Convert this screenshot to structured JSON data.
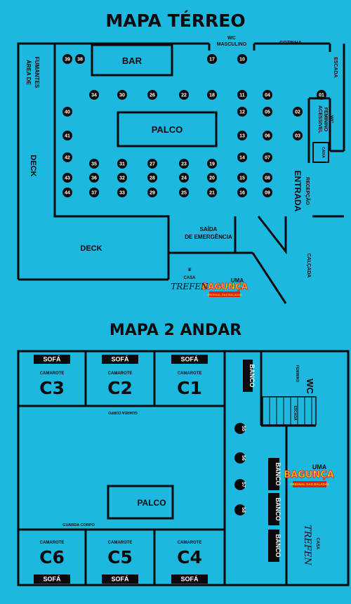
{
  "titles": {
    "ground": "MAPA TÉRREO",
    "second": "MAPA 2 ANDAR"
  },
  "ground": {
    "bar": "BAR",
    "palco": "PALCO",
    "wc_masc": [
      "WC",
      "MASCULINO"
    ],
    "cozinha": "COZINHA",
    "escada": "ESCADA",
    "wc_fem": [
      "WC",
      "FEMININO",
      "ACESSIVEL"
    ],
    "caixa": "CAIXA",
    "recepcao": "RECEPÇÃO",
    "entrada": "ENTRADA",
    "fumantes": [
      "ÁREA DE",
      "FUMANTES"
    ],
    "deck_side": "DECK",
    "deck_bottom": "DECK",
    "saida": [
      "SAÍDA",
      "DE EMERGÊNCIA"
    ],
    "calcada": "CALÇADA",
    "tables": [
      {
        "n": "39",
        "c": 0,
        "r": 0
      },
      {
        "n": "38",
        "c": 1,
        "r": 0
      },
      {
        "n": "17",
        "c": 6,
        "r": 0
      },
      {
        "n": "10",
        "c": 7,
        "r": 0
      },
      {
        "n": "34",
        "c": 2,
        "r": 1
      },
      {
        "n": "30",
        "c": 3,
        "r": 1
      },
      {
        "n": "26",
        "c": 4,
        "r": 1
      },
      {
        "n": "22",
        "c": 5,
        "r": 1
      },
      {
        "n": "18",
        "c": 6,
        "r": 1
      },
      {
        "n": "11",
        "c": 7,
        "r": 1
      },
      {
        "n": "04",
        "c": 8,
        "r": 1
      },
      {
        "n": "01",
        "c": 10,
        "r": 1
      },
      {
        "n": "12",
        "c": 7,
        "r": 2
      },
      {
        "n": "05",
        "c": 8,
        "r": 2
      },
      {
        "n": "02",
        "c": 9,
        "r": 2
      },
      {
        "n": "40",
        "c": 0,
        "r": 2
      },
      {
        "n": "41",
        "c": 0,
        "r": 3
      },
      {
        "n": "13",
        "c": 7,
        "r": 3
      },
      {
        "n": "06",
        "c": 8,
        "r": 3
      },
      {
        "n": "03",
        "c": 9,
        "r": 3
      },
      {
        "n": "42",
        "c": 0,
        "r": 4
      },
      {
        "n": "14",
        "c": 7,
        "r": 4
      },
      {
        "n": "07",
        "c": 8,
        "r": 4
      },
      {
        "n": "35",
        "c": 2,
        "r": 5
      },
      {
        "n": "31",
        "c": 3,
        "r": 5
      },
      {
        "n": "27",
        "c": 4,
        "r": 5
      },
      {
        "n": "23",
        "c": 5,
        "r": 5
      },
      {
        "n": "19",
        "c": 6,
        "r": 5
      },
      {
        "n": "43",
        "c": 0,
        "r": 6
      },
      {
        "n": "36",
        "c": 2,
        "r": 6
      },
      {
        "n": "32",
        "c": 3,
        "r": 6
      },
      {
        "n": "28",
        "c": 4,
        "r": 6
      },
      {
        "n": "24",
        "c": 5,
        "r": 6
      },
      {
        "n": "20",
        "c": 6,
        "r": 6
      },
      {
        "n": "15",
        "c": 7,
        "r": 6
      },
      {
        "n": "08",
        "c": 8,
        "r": 6
      },
      {
        "n": "44",
        "c": 0,
        "r": 7
      },
      {
        "n": "37",
        "c": 2,
        "r": 7
      },
      {
        "n": "33",
        "c": 3,
        "r": 7
      },
      {
        "n": "29",
        "c": 4,
        "r": 7
      },
      {
        "n": "25",
        "c": 5,
        "r": 7
      },
      {
        "n": "21",
        "c": 6,
        "r": 7
      },
      {
        "n": "16",
        "c": 7,
        "r": 7
      },
      {
        "n": "09",
        "c": 8,
        "r": 7
      }
    ]
  },
  "second": {
    "camarotes": [
      {
        "code": "C3",
        "label": "CAMAROTE",
        "sofa": "SOFÁ"
      },
      {
        "code": "C2",
        "label": "CAMAROTE",
        "sofa": "SOFÁ"
      },
      {
        "code": "C1",
        "label": "CAMAROTE",
        "sofa": "SOFÁ"
      },
      {
        "code": "C6",
        "label": "CAMAROTE",
        "sofa": "SOFÁ"
      },
      {
        "code": "C5",
        "label": "CAMAROTE",
        "sofa": "SOFÁ"
      },
      {
        "code": "C4",
        "label": "CAMAROTE",
        "sofa": "SOFÁ"
      }
    ],
    "guarda_top": "GUARDA CORPO",
    "guarda_bottom": "GUARDA CORPO",
    "palco": "PALCO",
    "banco_top": "BANCO",
    "bancos": [
      "BANCO",
      "BANCO",
      "BANCO"
    ],
    "wc": "WC",
    "feminino": "FEMININO",
    "escada": "ESCADA",
    "tables": [
      "55",
      "56",
      "57",
      "58"
    ]
  },
  "logos": {
    "uma": "UMA",
    "baguna": "BAGUNÇA",
    "original": "ORIGINAL DAS BALADAS",
    "casa": "CASA",
    "trefen": "TREFEN"
  },
  "colors": {
    "background": "#1cb8e0",
    "ink": "#0a0a0a",
    "logo_yellow": "#ffcc00",
    "logo_red": "#e02020"
  }
}
